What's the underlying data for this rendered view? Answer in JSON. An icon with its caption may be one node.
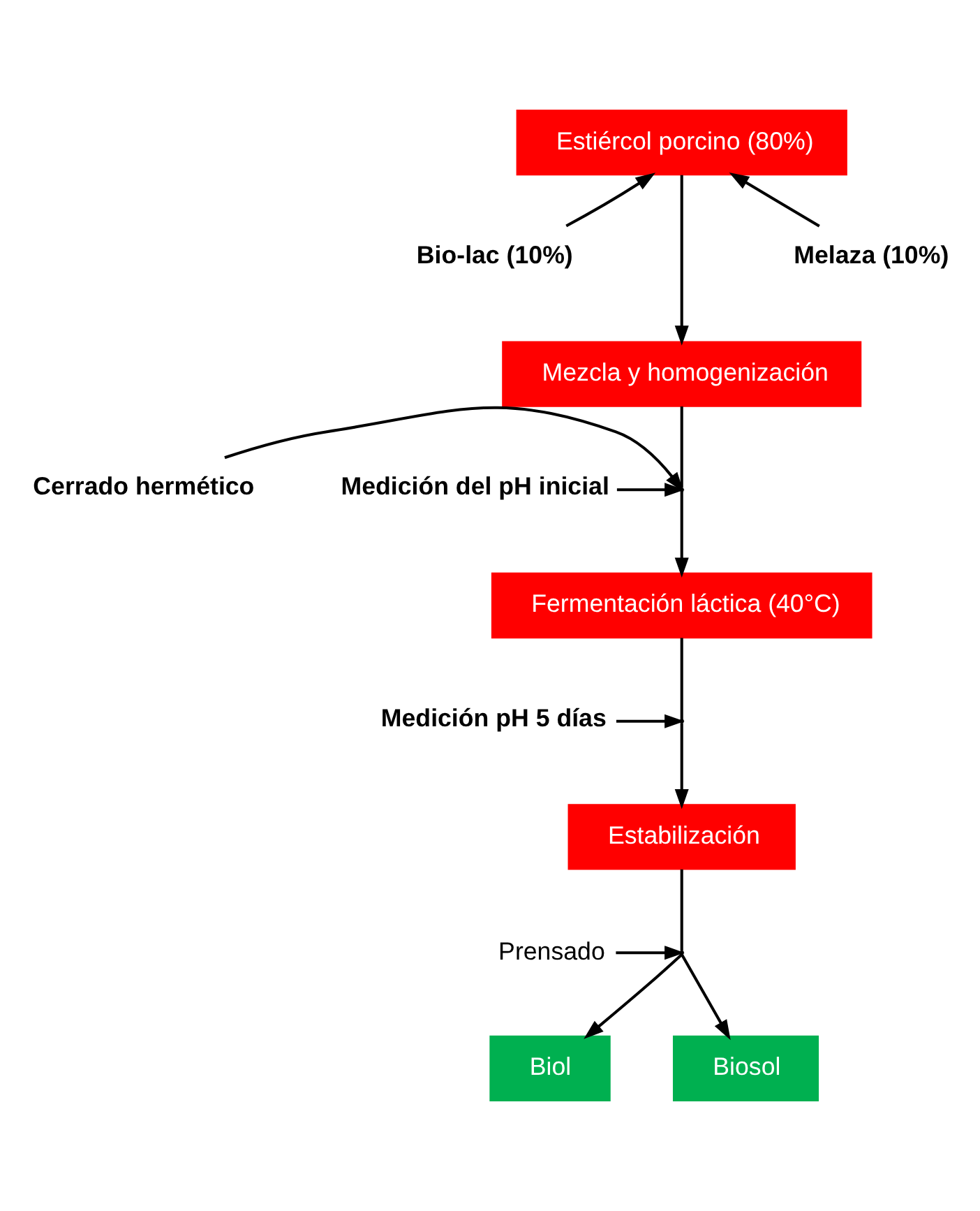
{
  "diagram": {
    "nodes": [
      {
        "text": [
          "Estiércol porcino (80%)"
        ]
      },
      {
        "text": [
          "Bio-lac (10%)"
        ]
      },
      {
        "text": [
          "Melaza (10%)"
        ]
      },
      {
        "text": [
          "Mezcla y homogenización"
        ]
      },
      {
        "text": [
          "Cerrado hermético"
        ]
      },
      {
        "text": [
          "Medición del pH inicial"
        ]
      },
      {
        "text": [
          "Fermentación láctica (40°C)"
        ]
      },
      {
        "text": [
          "Medición pH 5 días"
        ]
      },
      {
        "text": [
          "Estabilización"
        ]
      },
      {
        "text": [
          "Prensado"
        ]
      },
      {
        "text": [
          "Biol"
        ]
      },
      {
        "text": [
          "Biosol"
        ]
      }
    ],
    "edges": [
      {
        "from": 1,
        "to": 0,
        "arrow": "to"
      },
      {
        "from": 2,
        "to": 0,
        "arrow": "to"
      },
      {
        "from": 0,
        "to": 3,
        "arrow": "to"
      },
      {
        "from": 4,
        "to": null,
        "arrow": "to"
      },
      {
        "from": 5,
        "to": null,
        "arrow": "to"
      },
      {
        "from": 3,
        "to": 6,
        "arrow": "to"
      },
      {
        "from": 7,
        "to": null,
        "arrow": "to"
      },
      {
        "from": 6,
        "to": 8,
        "arrow": "to"
      },
      {
        "from": 9,
        "to": null,
        "arrow": "to"
      },
      {
        "from": 8,
        "to": 10,
        "arrow": "to"
      },
      {
        "from": 8,
        "to": 11,
        "arrow": "to"
      }
    ]
  }
}
